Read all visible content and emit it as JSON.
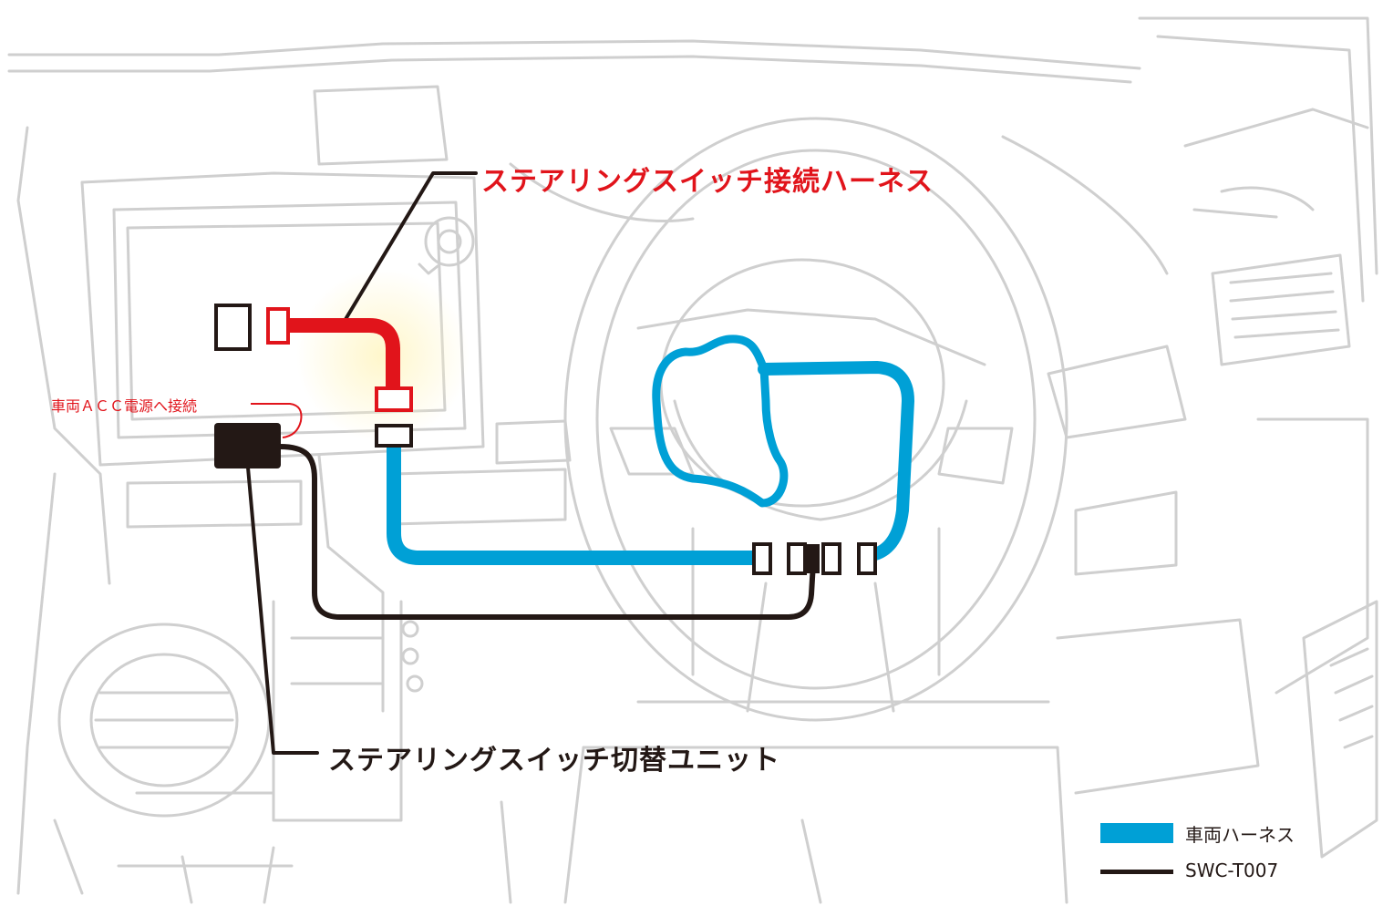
{
  "labels": {
    "harness_connection": "ステアリングスイッチ接続ハーネス",
    "acc_connection": "車両ＡＣＣ電源へ接続",
    "switch_unit": "ステアリングスイッチ切替ユニット"
  },
  "legend": [
    {
      "label": "車両ハーネス",
      "color": "#00a0d6"
    },
    {
      "label": "SWC-T007",
      "color": "#231815"
    }
  ],
  "colors": {
    "connection_harness": "#e1141b",
    "vehicle_harness": "#00a0d6",
    "unit_cable": "#231815",
    "dashboard_sketch": "#c8c8c8"
  }
}
